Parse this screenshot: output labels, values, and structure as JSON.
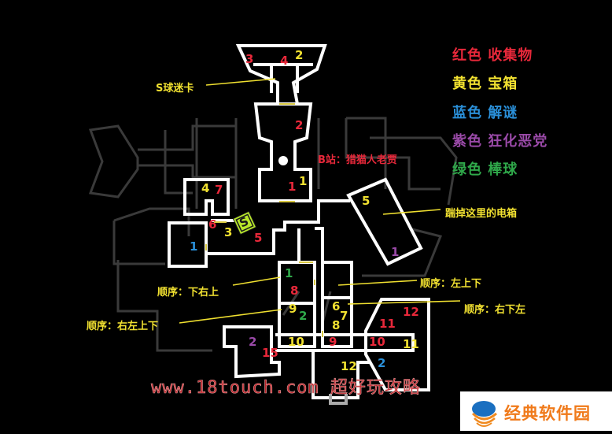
{
  "legend": {
    "items": [
      {
        "color_name": "红色",
        "meaning": "收集物",
        "color": "#e8283a"
      },
      {
        "color_name": "黄色",
        "meaning": "宝箱",
        "color": "#f0e030"
      },
      {
        "color_name": "蓝色",
        "meaning": "解谜",
        "color": "#2a8fd8"
      },
      {
        "color_name": "紫色",
        "meaning": "狂化恶党",
        "color": "#9a4aa8"
      },
      {
        "color_name": "绿色",
        "meaning": "棒球",
        "color": "#2fa84a"
      }
    ]
  },
  "annotations": {
    "s_ball_card": "S球迷卡",
    "b_station": "B站：猎猫人老贾",
    "kick_box": "踹掉这里的电箱",
    "order_down_right_up": "顺序：下右上",
    "order_left_up_down": "顺序：左上下",
    "order_right_down_left": "顺序：右下左",
    "order_right_left_up_down": "顺序：右左上下"
  },
  "markers": {
    "s_icon": "S",
    "red": [
      "3",
      "4",
      "2",
      "1",
      "7",
      "6",
      "5",
      "8",
      "11",
      "12",
      "9",
      "10",
      "15",
      "11"
    ],
    "yellow": [
      "2",
      "1",
      "4",
      "3",
      "5",
      "9",
      "6",
      "7",
      "8",
      "10",
      "11",
      "12"
    ],
    "blue": [
      "1",
      "2"
    ],
    "purple": [
      "1",
      "2"
    ],
    "green": [
      "1",
      "2"
    ]
  },
  "watermark": {
    "text": "www.18touch.com 超好玩攻略",
    "color": "#c0242a"
  },
  "logo": {
    "text": "经典软件园",
    "text_color": "#f07a1a",
    "icon_blue": "#1a6fc0",
    "icon_orange": "#f08a20"
  },
  "colors": {
    "background": "#000000",
    "wall": "#ffffff",
    "ghost_wall": "#3a3a3a",
    "door": "#d8c840",
    "pointer_line": "#f0e030"
  }
}
